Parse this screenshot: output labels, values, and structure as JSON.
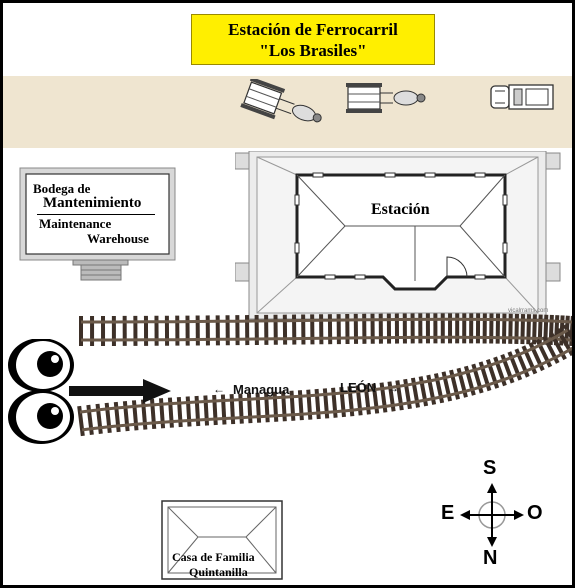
{
  "title": {
    "line1": "Estación de Ferrocarril",
    "line2": "\"Los Brasiles\""
  },
  "warehouse": {
    "label_es_line1": "Bodega de",
    "label_es_line2": "Mantenimiento",
    "label_en_line1": "Maintenance",
    "label_en_line2": "Warehouse"
  },
  "station": {
    "label": "Estación",
    "credit": "vicalrrams.com"
  },
  "directions": {
    "west_arrow": "←",
    "west_label": "Managua",
    "east_label": "LEÓN",
    "east_arrow": "→"
  },
  "house": {
    "label_line1": "Casa de Familia",
    "label_line2": "Quintanilla"
  },
  "compass": {
    "north_top": "S",
    "west_side": "E",
    "east_side": "O",
    "south_bottom": "N"
  },
  "colors": {
    "title_bg": "#ffef00",
    "road": "#efe5d0",
    "rail": "#6b5a4a",
    "tie": "#3d3028"
  }
}
